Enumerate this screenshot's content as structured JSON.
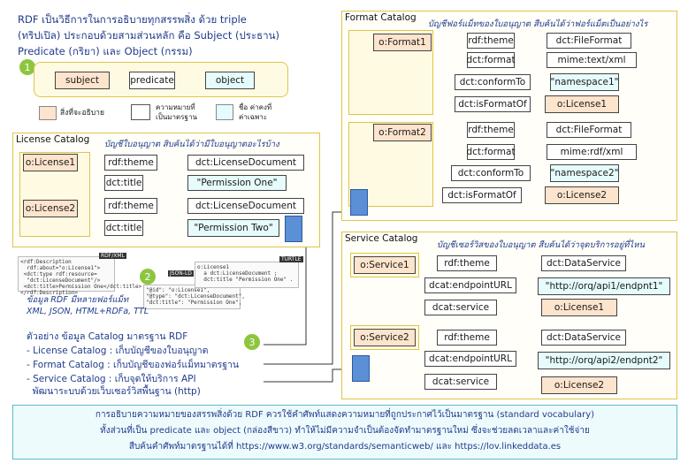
{
  "intro": {
    "line1": "RDF เป็นวิธีการในการอธิบายทุกสรรพสิ่ง ด้วย triple",
    "line2": "(ทริปเปิล) ประกอบด้วยสามส่วนหลัก คือ Subject (ประธาน)",
    "line3": "Predicate (กริยา) และ Object (กรรม)"
  },
  "triple": {
    "number": "1",
    "subject": "subject",
    "predicate": "predicate",
    "object": "object"
  },
  "legend": {
    "subject_desc": "สิ่งที่จะอธิบาย",
    "predicate_desc_1": "ความหมายที่",
    "predicate_desc_2": "เป็นมาตรฐาน",
    "object_desc_1": "ชื่อ ค่าคงที่",
    "object_desc_2": "ค่าเฉพาะ"
  },
  "license_catalog": {
    "title": "License Catalog",
    "subtitle": "บัญชีใบอนุญาต สิบค้นได้ว่ามีใบอนุญาตอะไรบ้าง",
    "items": [
      {
        "subject": "o:License1",
        "p1": "rdf:theme",
        "o1": "dct:LicenseDocument",
        "p2": "dct:title",
        "o2": "\"Permission One\""
      },
      {
        "subject": "o:License2",
        "p1": "rdf:theme",
        "o1": "dct:LicenseDocument",
        "p2": "dct:title",
        "o2": "\"Permission Two\""
      }
    ]
  },
  "formats": {
    "number": "2",
    "rdfxml_label": "RDF/XML",
    "jsonld_label": "JSON-LD",
    "turtle_label": "TURTLE",
    "rdfxml_code": "<rdf:Description\n  rdf:about=\"o:License1\">\n <dct:type rdf:resource=\n  \"dct:LicenseDocument\"/>\n <dct:title>Permission One</dct:title>\n</rdf:Description>",
    "jsonld_code": "\"@id\": \"o:License1\",\n\"@type\": \"dct:LicenseDocument\",\n\"dct:title\": \"Permission One\",",
    "turtle_code": "o:License1\n  a dct:LicenseDocument ;\n  dct:title \"Permission One\" .",
    "caption1": "ข้อมูล RDF มีหลายฟอร์แม็ท",
    "caption2": "XML, JSON, HTML+RDFa, TTL"
  },
  "examples": {
    "number": "3",
    "intro": "ตัวอย่าง ข้อมูล Catalog มาตรฐาน RDF",
    "item1": "- License Catalog : เก็บบัญชีของใบอนุญาต",
    "item2": "- Format Catalog : เก็บบัญชีของฟอร์แม็ทมาตรฐาน",
    "item3": "- Service Catalog : เก็บจุดให้บริการ API",
    "item4": "  พัฒนาระบบด้วยเว็บเซอร์วิสพื้นฐาน (http)"
  },
  "format_catalog": {
    "title": "Format Catalog",
    "subtitle": "บัญชีฟอร์แม็ทของใบอนุญาต สืบค้นได้ว่าฟอร์แม็ตเป็นอย่างไร",
    "items": [
      {
        "subject": "o:Format1",
        "p1": "rdf:theme",
        "o1": "dct:FileFormat",
        "p2": "dct:format",
        "o2": "mime:text/xml",
        "p3": "dct:conformTo",
        "o3": "\"namespace1\"",
        "p4": "dct:isFormatOf",
        "o4": "o:License1"
      },
      {
        "subject": "o:Format2",
        "p1": "rdf:theme",
        "o1": "dct:FileFormat",
        "p2": "dct:format",
        "o2": "mime:rdf/xml",
        "p3": "dct:conformTo",
        "o3": "\"namespace2\"",
        "p4": "dct:isFormatOf",
        "o4": "o:License2"
      }
    ]
  },
  "service_catalog": {
    "title": "Service Catalog",
    "subtitle": "บัญชีเซอร์วิสของใบอนุญาต สืบค้นได้ว่าจุดบริการอยู่ที่ไหน",
    "items": [
      {
        "subject": "o:Service1",
        "p1": "rdf:theme",
        "o1": "dct:DataService",
        "p2": "dcat:endpointURL",
        "o2": "\"http://orq/api1/endpnt1\"",
        "p3": "dcat:service",
        "o3": "o:License1"
      },
      {
        "subject": "o:Service2",
        "p1": "rdf:theme",
        "o1": "dct:DataService",
        "p2": "dcat:endpointURL",
        "o2": "\"http://orq/api2/endpnt2\"",
        "p3": "dcat:service",
        "o3": "o:License2"
      }
    ]
  },
  "footer": {
    "line1": "การอธิบายความหมายของสรรพสิ่งด้วย RDF ควรใช้คำศัพท์แสดงความหมายที่ถูกประกาศไว้เป็นมาตรฐาน (standard vocabulary)",
    "line2": "ทั้งส่วนที่เป็น predicate และ object (กล่องสีขาว) ทำให้ไม่มีความจำเป็นต้องจัดทำมาตรฐานใหม่ ซึ่งจะช่วยลดเวลาและค่าใช้จ่าย",
    "line3": "สืบค้นคำศัพท์มาตรฐานได้ที่ https://www.w3.org/standards/semanticweb/ และ https://lov.linkeddata.es"
  },
  "colors": {
    "subject": "#fde4cc",
    "object": "#e6fbfb",
    "panel_border": "#e0c44a",
    "accent_green": "#8cc63f",
    "text_blue": "#1f3b8c"
  }
}
